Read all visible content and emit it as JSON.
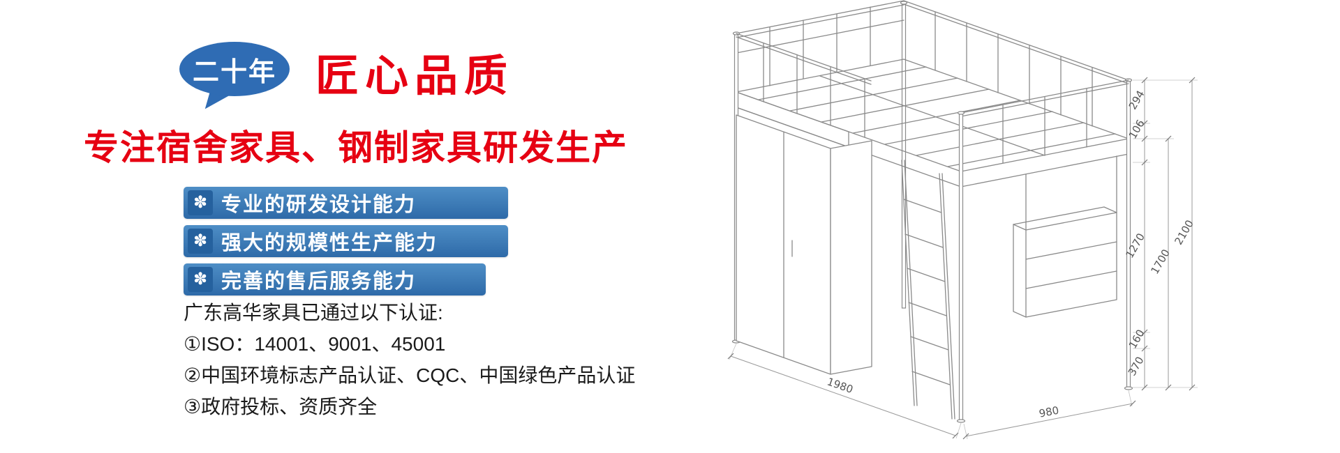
{
  "colors": {
    "brand-red": "#e60012",
    "bubble-blue": "#2f6cb4",
    "bar-top": "#4e8ec6",
    "bar-bottom": "#2e6aa8",
    "bar-icon": "#25619e",
    "ink": "#1a1a1a"
  },
  "badge": {
    "label": "二十年"
  },
  "headline": {
    "text": "匠心品质"
  },
  "subheadline": {
    "text": "专注宿舍家具、钢制家具研发生产"
  },
  "features": [
    {
      "icon": "✽",
      "label": "专业的研发设计能力"
    },
    {
      "icon": "✽",
      "label": "强大的规模性生产能力"
    },
    {
      "icon": "✽",
      "label": "完善的售后服务能力"
    }
  ],
  "certifications": {
    "intro": "广东高华家具已通过以下认证:",
    "items": [
      "①ISO：14001、9001、45001",
      "②中国环境标志产品认证、CQC、中国绿色产品认证",
      "③政府投标、资质齐全"
    ]
  },
  "diagram": {
    "description": "loft-bed-with-wardrobe-dimension-drawing",
    "dims": {
      "rail": "294",
      "frame": "106",
      "clearance": "1270",
      "bed_height": "1700",
      "total_height": "2100",
      "gap": "160",
      "shelf": "370",
      "length": "1980",
      "depth": "980"
    }
  }
}
